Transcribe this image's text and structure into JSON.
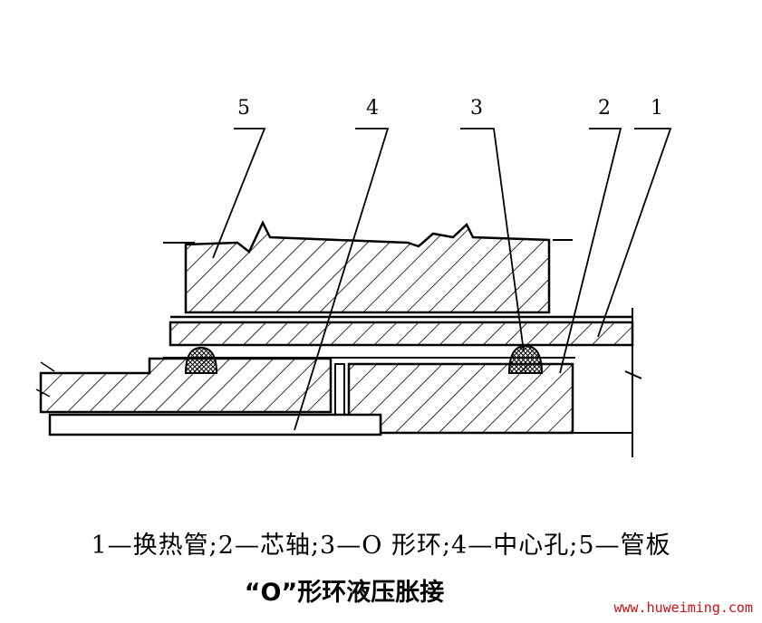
{
  "labels": [
    "1",
    "2",
    "3",
    "4",
    "5"
  ],
  "legend": "1—换热管;2—芯轴;3—O 形环;4—中心孔;5—管板",
  "caption": "“O”形环液压胀接",
  "watermark": "www.huweiming.com",
  "colors": {
    "ink": "#000000",
    "watermark": "#d01010",
    "background": "#ffffff"
  }
}
